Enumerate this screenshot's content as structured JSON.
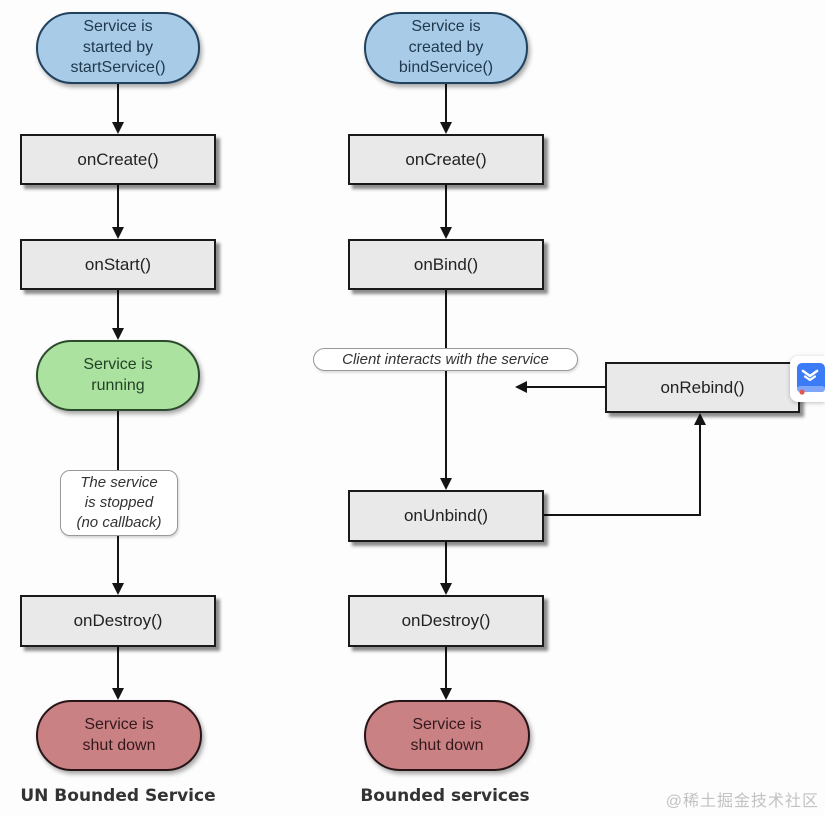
{
  "colors": {
    "start_node_fill": "#a8cce8",
    "running_node_fill": "#abe29f",
    "shutdown_node_fill": "#c98184",
    "callback_box_fill": "#e9e9e9",
    "connector_line": "#141414",
    "watermark_text": "#c2c2c2",
    "badge_blue": "#3b7bf6"
  },
  "left": {
    "title": "UN Bounded Service",
    "start": "Service is\nstarted by\nstartService()",
    "oncreate": "onCreate()",
    "onstart": "onStart()",
    "running": "Service is\nrunning",
    "note": "The service\nis stopped\n(no callback)",
    "ondestroy": "onDestroy()",
    "shutdown": "Service is\nshut down"
  },
  "right": {
    "title": "Bounded services",
    "start": "Service is\ncreated by\nbindService()",
    "oncreate": "onCreate()",
    "onbind": "onBind()",
    "client_note": "Client interacts with the service",
    "onrebind": "onRebind()",
    "onunbind": "onUnbind()",
    "ondestroy": "onDestroy()",
    "shutdown": "Service is\nshut down"
  },
  "watermark": "@稀土掘金技术社区",
  "icons": {
    "badge": "juejin-book-icon"
  }
}
